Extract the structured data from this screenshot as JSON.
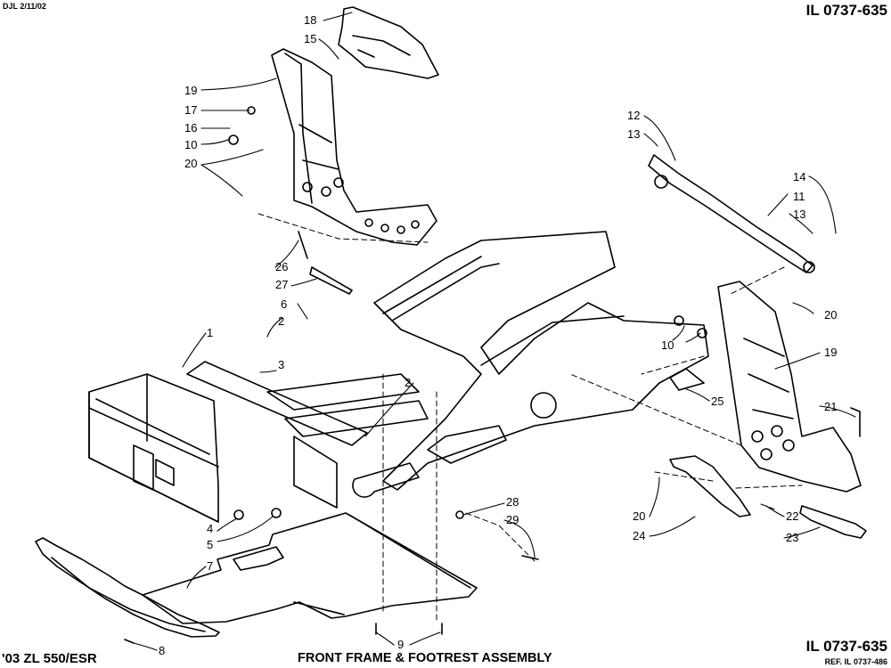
{
  "header": {
    "note": "DJL 2/11/02",
    "il_number": "IL 0737-635"
  },
  "footer": {
    "model": "'03 ZL 550/ESR",
    "title": "FRONT FRAME & FOOTREST ASSEMBLY",
    "il_number": "IL 0737-635",
    "ref": "REF. IL 0737-486"
  },
  "callouts": {
    "c1": "1",
    "c2a": "2",
    "c2b": "2",
    "c3": "3",
    "c4": "4",
    "c5": "5",
    "c6": "6",
    "c7": "7",
    "c8": "8",
    "c9": "9",
    "c10a": "10",
    "c10b": "10",
    "c11": "11",
    "c12": "12",
    "c13a": "13",
    "c13b": "13",
    "c14": "14",
    "c15": "15",
    "c16": "16",
    "c17": "17",
    "c18": "18",
    "c19a": "19",
    "c19b": "19",
    "c20a": "20",
    "c20b": "20",
    "c20c": "20",
    "c21": "21",
    "c22": "22",
    "c23": "23",
    "c24": "24",
    "c25": "25",
    "c26": "26",
    "c27": "27",
    "c28": "28",
    "c29": "29"
  }
}
